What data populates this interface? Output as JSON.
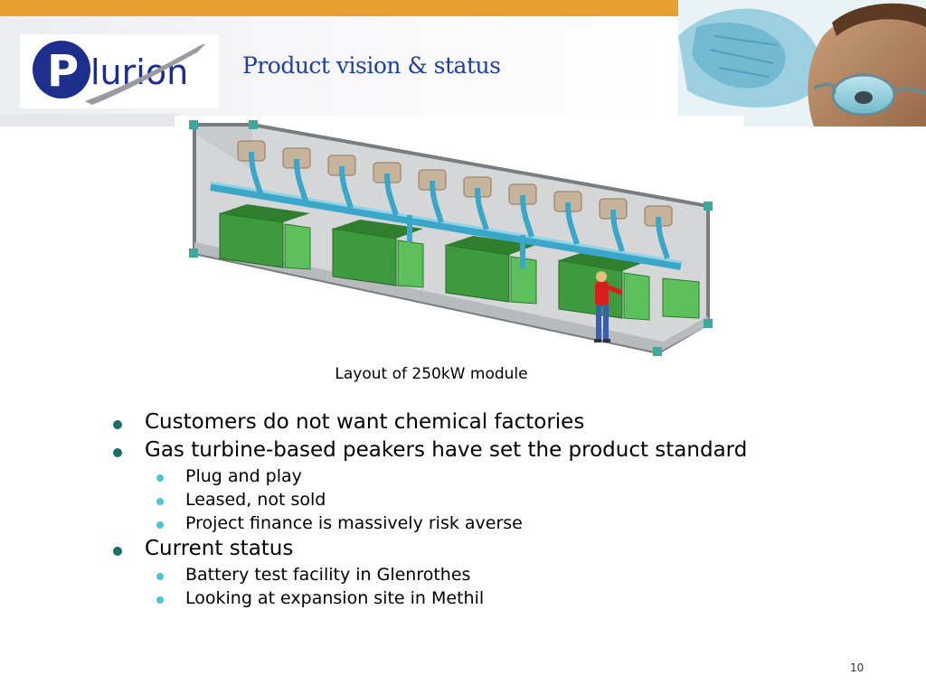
{
  "header": {
    "title": "Product vision & status",
    "logo_text": "lurion",
    "logo_letter": "P"
  },
  "figure": {
    "caption": "Layout of 250kW module"
  },
  "bullets": [
    {
      "text": "Customers do not want chemical factories",
      "level": 1
    },
    {
      "text": "Gas turbine-based peakers have set the product standard",
      "level": 1
    },
    {
      "text": "Plug and play",
      "level": 2
    },
    {
      "text": "Leased, not sold",
      "level": 2
    },
    {
      "text": "Project finance is massively risk averse",
      "level": 2
    },
    {
      "text": "Current status",
      "level": 1
    },
    {
      "text": "Battery test facility in Glenrothes",
      "level": 2
    },
    {
      "text": "Looking at expansion site in Methil",
      "level": 2
    }
  ],
  "footer": {
    "page_number": "10"
  },
  "colors": {
    "accent_bar": "#e8a030",
    "title": "#1f3f9e",
    "logo_blue": "#1e2e8c",
    "bullet_level1": "#1b6e6e",
    "bullet_level2": "#4cc4d8"
  }
}
